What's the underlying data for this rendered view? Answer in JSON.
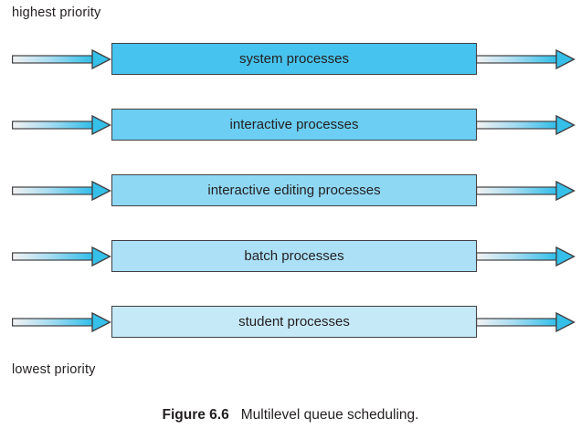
{
  "header": {
    "top_label": "highest priority",
    "bottom_label": "lowest priority"
  },
  "queues": [
    {
      "label": "system processes",
      "fill": "#47c3ef"
    },
    {
      "label": "interactive processes",
      "fill": "#6bcef2"
    },
    {
      "label": "interactive editing processes",
      "fill": "#8fd8f4"
    },
    {
      "label": "batch processes",
      "fill": "#abe0f6"
    },
    {
      "label": "student processes",
      "fill": "#c6e9f8"
    }
  ],
  "caption": {
    "figure_number": "Figure 6.6",
    "title": "Multilevel queue scheduling."
  },
  "colors": {
    "box_border": "#414042",
    "arrow_outline": "#414042",
    "arrow_head": "#35c0ea",
    "arrow_shaft_start": "#f2f2f2",
    "arrow_shaft_mid": "#a8ddf2",
    "arrow_shaft_end": "#2ebde9",
    "text": "#231f20",
    "background": "#ffffff"
  }
}
